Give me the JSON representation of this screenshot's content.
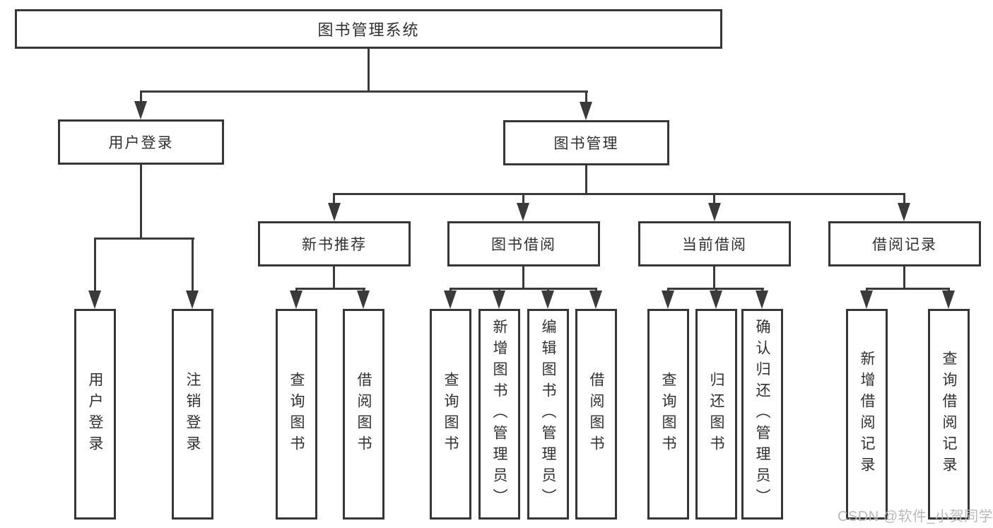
{
  "colors": {
    "line": "#3a3a3a",
    "box_border": "#363636",
    "box_fill": "#ffffff",
    "text": "#303030",
    "watermark": "#b9b9b9"
  },
  "diagram": {
    "root": {
      "label": "图书管理系统"
    },
    "level2": {
      "user_login": {
        "label": "用户登录"
      },
      "book_management": {
        "label": "图书管理"
      }
    },
    "level3": {
      "new_book_recommend": {
        "label": "新书推荐"
      },
      "book_borrow": {
        "label": "图书借阅"
      },
      "current_borrow": {
        "label": "当前借阅"
      },
      "borrow_records": {
        "label": "借阅记录"
      }
    },
    "leaves": {
      "user_login": [
        {
          "label": "用户登录"
        },
        {
          "label": "注销登录"
        }
      ],
      "new_book_recommend": [
        {
          "label": "查询图书"
        },
        {
          "label": "借阅图书"
        }
      ],
      "book_borrow": [
        {
          "label": "查询图书"
        },
        {
          "label": "新增图书（管理员）"
        },
        {
          "label": "编辑图书（管理员）"
        },
        {
          "label": "借阅图书"
        }
      ],
      "current_borrow": [
        {
          "label": "查询图书"
        },
        {
          "label": "归还图书"
        },
        {
          "label": "确认归还（管理员）"
        }
      ],
      "borrow_records": [
        {
          "label": "新增借阅记录"
        },
        {
          "label": "查询借阅记录"
        }
      ]
    }
  },
  "watermark": {
    "text": "CSDN @软件_小贺同学"
  }
}
